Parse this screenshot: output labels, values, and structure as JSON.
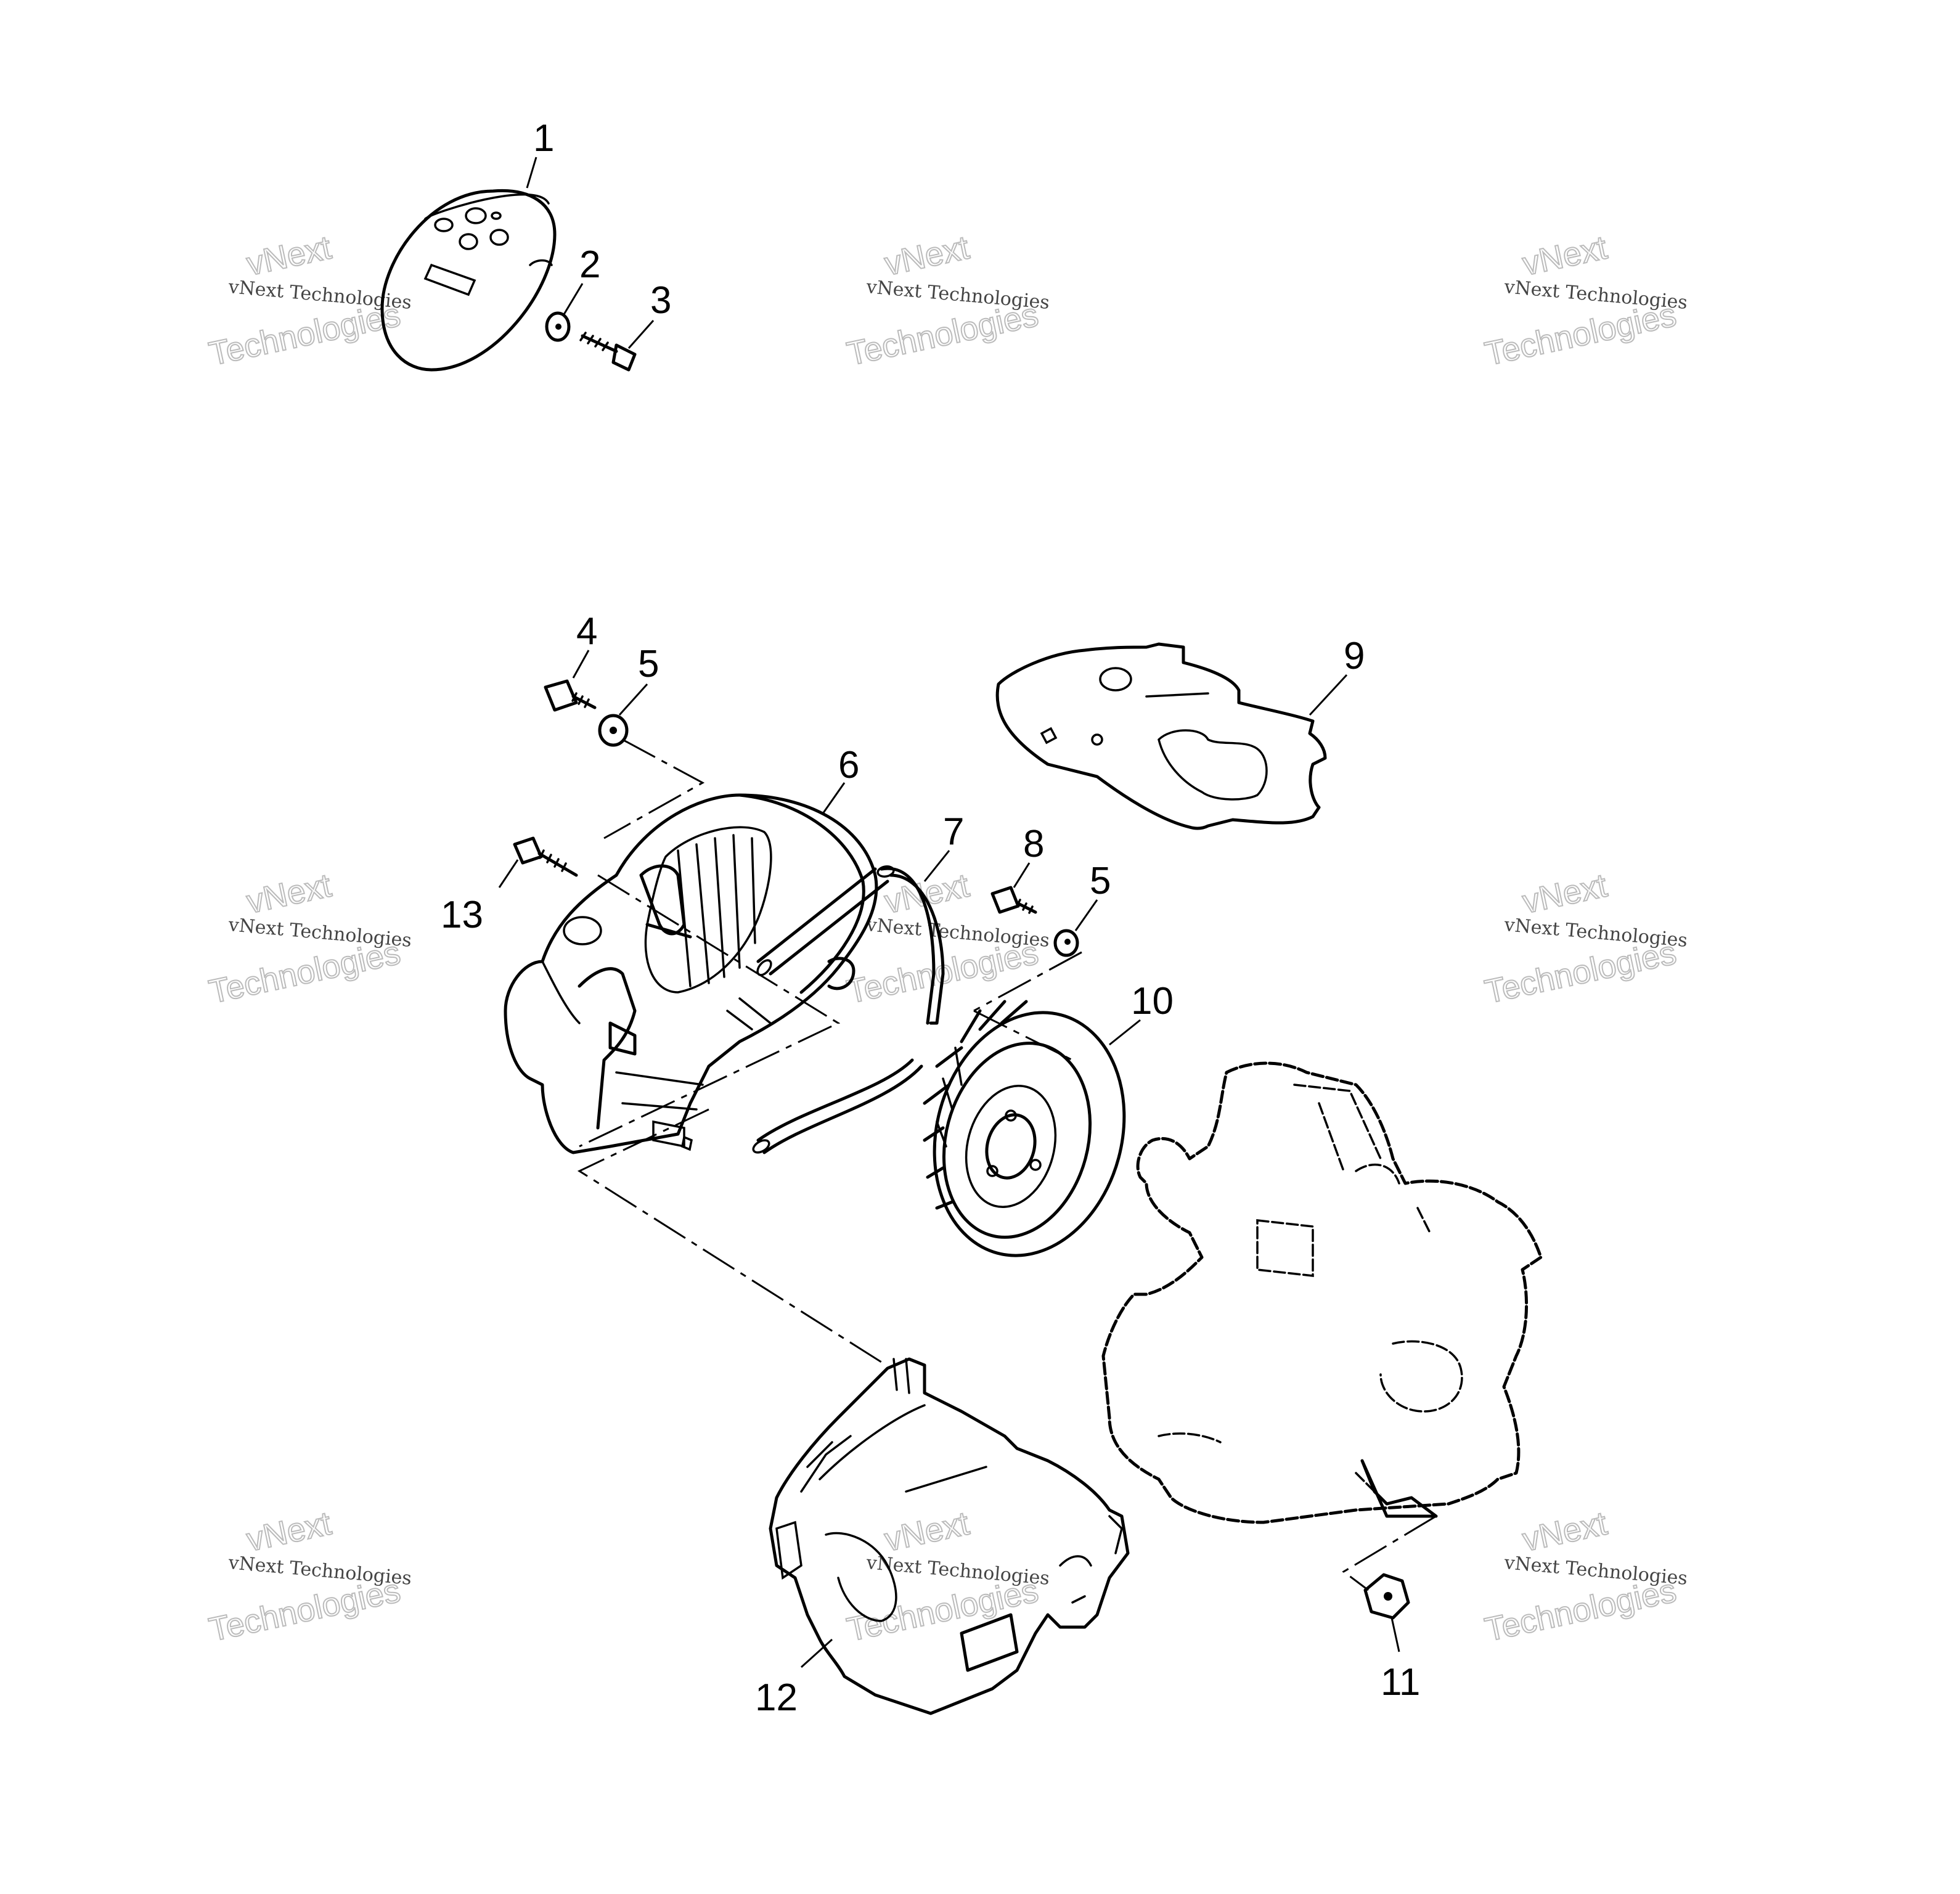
{
  "callouts": {
    "c1": "1",
    "c2": "2",
    "c3": "3",
    "c4": "4",
    "c5a": "5",
    "c5b": "5",
    "c6": "6",
    "c7": "7",
    "c8": "8",
    "c9": "9",
    "c10": "10",
    "c11": "11",
    "c12": "12",
    "c13": "13"
  },
  "watermark": {
    "line1": "vNext Technologies",
    "brand_a": "vNext",
    "brand_b": "Technologies"
  }
}
